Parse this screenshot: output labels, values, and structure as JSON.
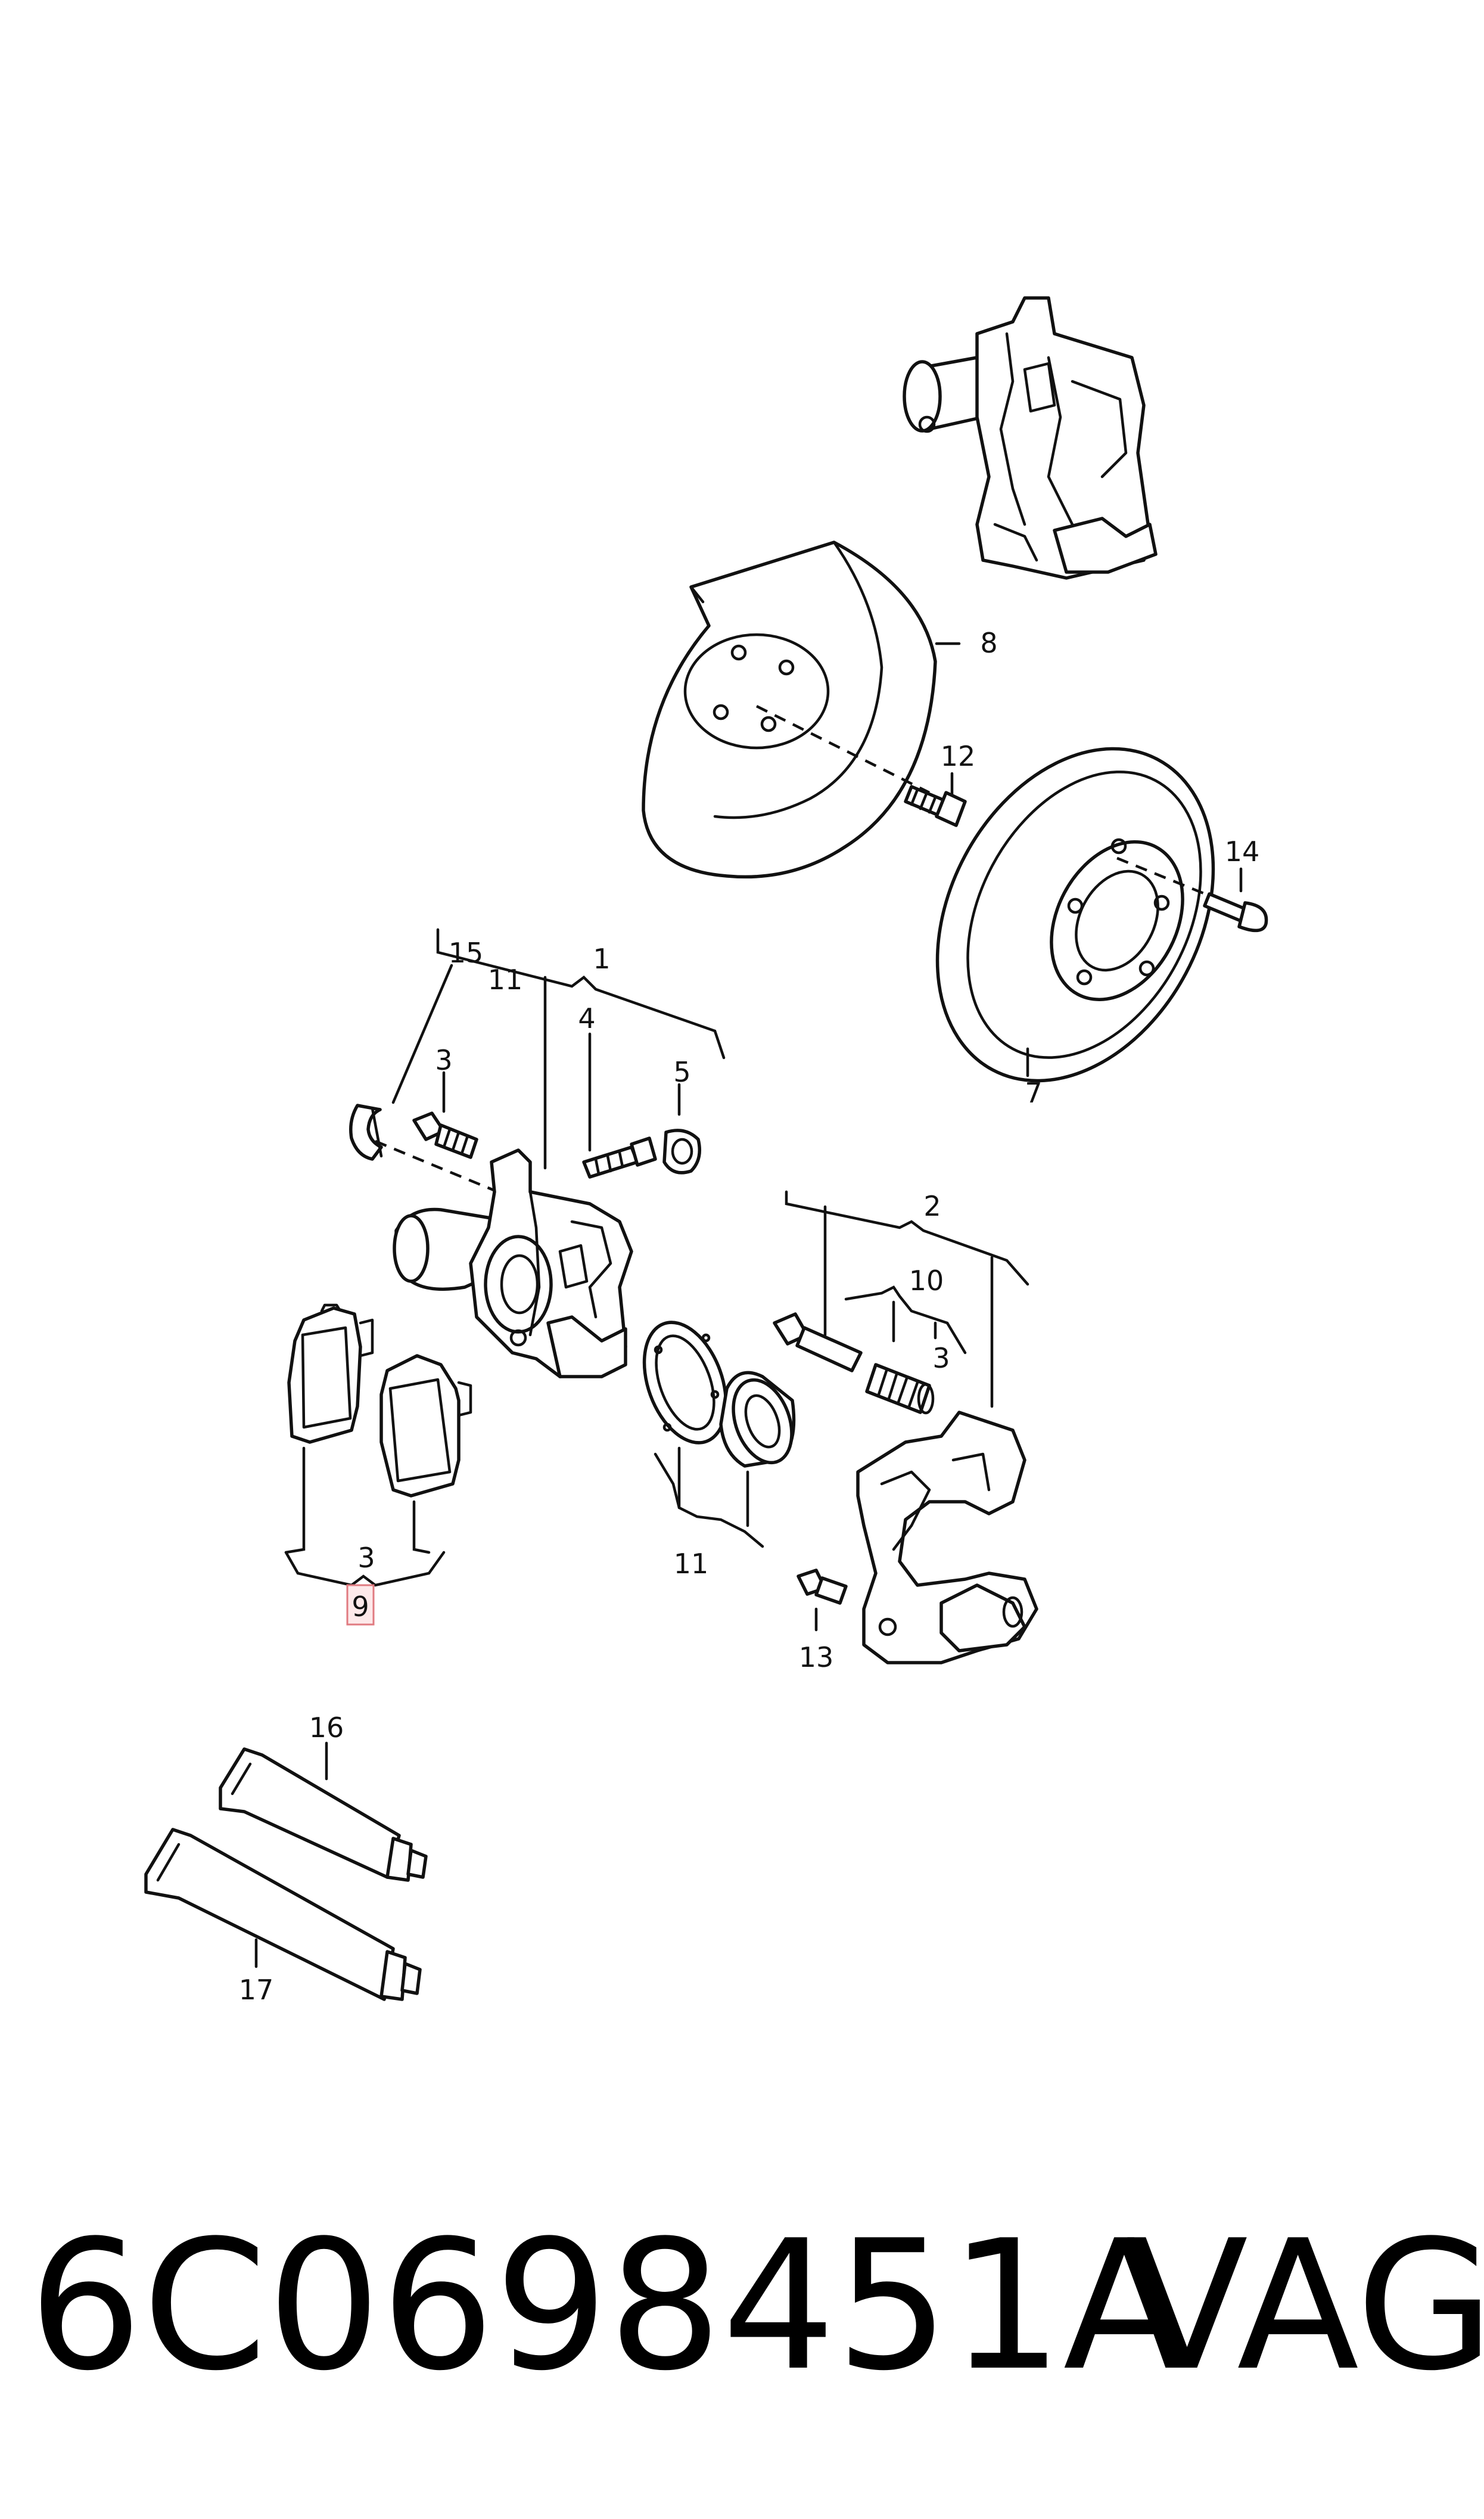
{
  "callouts": {
    "c1": "1",
    "c2": "2",
    "c3a": "3",
    "c3b": "3",
    "c3c": "3",
    "c4": "4",
    "c5": "5",
    "c7": "7",
    "c8": "8",
    "c9": "9",
    "c10": "10",
    "c11a": "11",
    "c11b": "11",
    "c12": "12",
    "c13": "13",
    "c14": "14",
    "c15": "15",
    "c16": "16",
    "c17": "17"
  },
  "highlighted_callout": "9",
  "colors": {
    "line": "#111111",
    "highlight_fill": "#fde9ea",
    "highlight_stroke": "#e07a80"
  },
  "footer": {
    "part_number": "6C0698451A",
    "brand": "VAG"
  }
}
